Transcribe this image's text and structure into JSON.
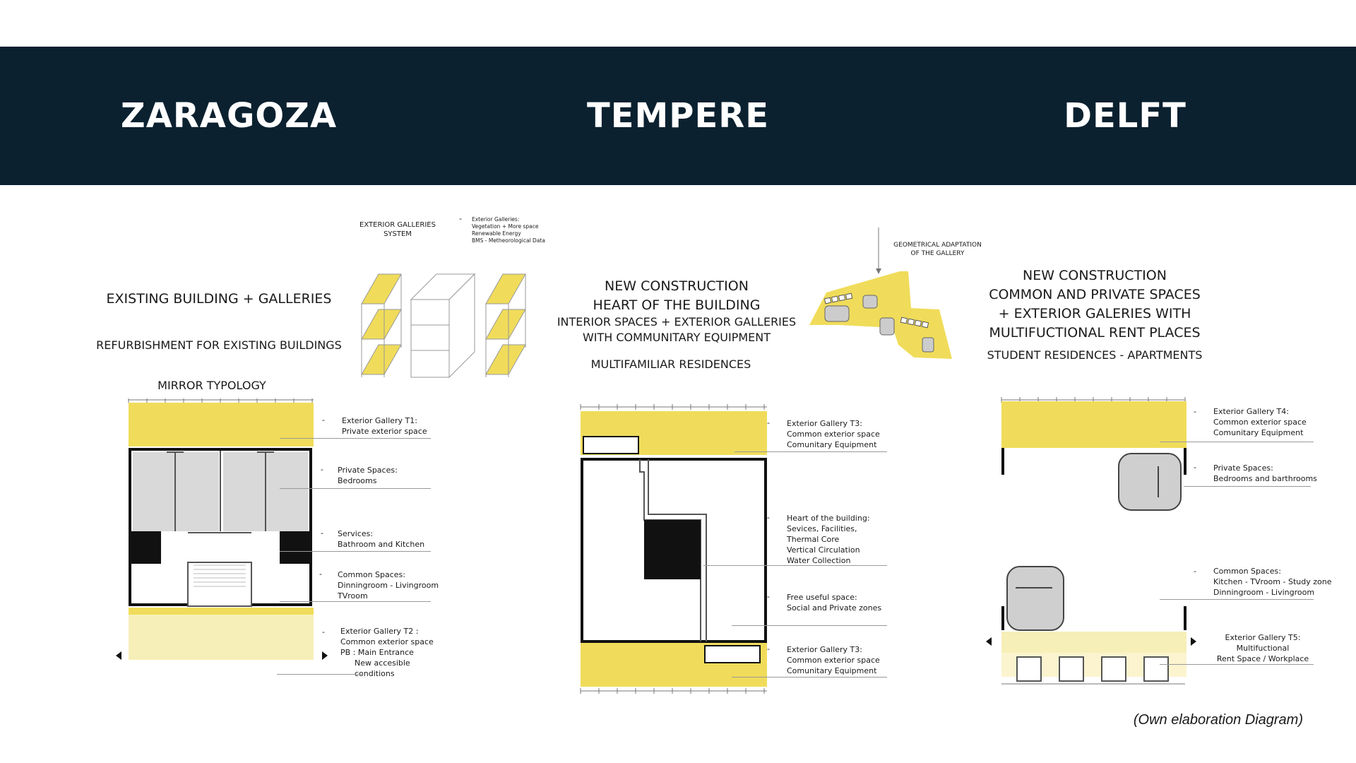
{
  "header": {
    "cities": [
      "ZARAGOZA",
      "TEMPERE",
      "DELFT"
    ]
  },
  "zaragoza": {
    "title": "EXISTING BUILDING + GALLERIES",
    "subtitle": "REFURBISHMENT FOR EXISTING BUILDINGS",
    "typology": "MIRROR TYPOLOGY",
    "system_title_line1": "EXTERIOR GALLERIES",
    "system_title_line2": "SYSTEM",
    "system_notes": [
      "Exterior Galleries:",
      "Vegetation + More space",
      "Renewable Energy",
      "BMS - Metheorological Data"
    ],
    "annotations": [
      {
        "lines": [
          "Exterior Gallery T1:",
          "Private exterior space"
        ]
      },
      {
        "lines": [
          "Private Spaces:",
          "Bedrooms"
        ]
      },
      {
        "lines": [
          "Services:",
          "Bathroom and Kitchen"
        ]
      },
      {
        "lines": [
          "Common Spaces:",
          "Dinningroom - Livingroom",
          "TVroom"
        ]
      },
      {
        "lines": [
          "Exterior Gallery T2 :",
          "Common exterior space",
          "PB : Main Entrance",
          "New accesible",
          "conditions"
        ]
      }
    ]
  },
  "tempere": {
    "title_lines": [
      "NEW CONSTRUCTION",
      "HEART OF THE BUILDING"
    ],
    "sub_lines": [
      "INTERIOR SPACES + EXTERIOR GALLERIES",
      "WITH COMMUNITARY EQUIPMENT"
    ],
    "residences": "MULTIFAMILIAR RESIDENCES",
    "geo_line1": "GEOMETRICAL ADAPTATION",
    "geo_line2": "OF THE GALLERY",
    "annotations": [
      {
        "lines": [
          "Exterior Gallery T3:",
          "Common exterior space",
          "Comunitary Equipment"
        ]
      },
      {
        "lines": [
          "Heart of the building:",
          "Sevices, Facilities,",
          "Thermal Core",
          "Vertical Circulation",
          "Water Collection"
        ]
      },
      {
        "lines": [
          "Free useful space:",
          "Social and Private zones"
        ]
      },
      {
        "lines": [
          "Exterior Gallery T3:",
          "Common exterior space",
          "Comunitary Equipment"
        ]
      }
    ]
  },
  "delft": {
    "title_lines": [
      "NEW CONSTRUCTION",
      "COMMON AND PRIVATE SPACES",
      "+ EXTERIOR GALERIES WITH",
      "MULTIFUCTIONAL RENT PLACES"
    ],
    "residences": "STUDENT RESIDENCES - APARTMENTS",
    "annotations": [
      {
        "lines": [
          "Exterior Gallery T4:",
          "Common exterior space",
          "Comunitary Equipment"
        ]
      },
      {
        "lines": [
          "Private Spaces:",
          "Bedrooms and barthrooms"
        ]
      },
      {
        "lines": [
          "Common Spaces:",
          "Kitchen - TVroom - Study zone",
          "Dinningroom - Livingroom"
        ]
      },
      {
        "lines": [
          "Exterior Gallery T5:",
          "Multifuctional",
          "Rent Space / Workplace"
        ]
      }
    ]
  },
  "credit": "(Own elaboration Diagram)",
  "colors": {
    "navy": "#0b2130",
    "yellow": "#f0dc5a",
    "pale_yellow": "#f7efb8",
    "grey": "#d9d9d9"
  }
}
